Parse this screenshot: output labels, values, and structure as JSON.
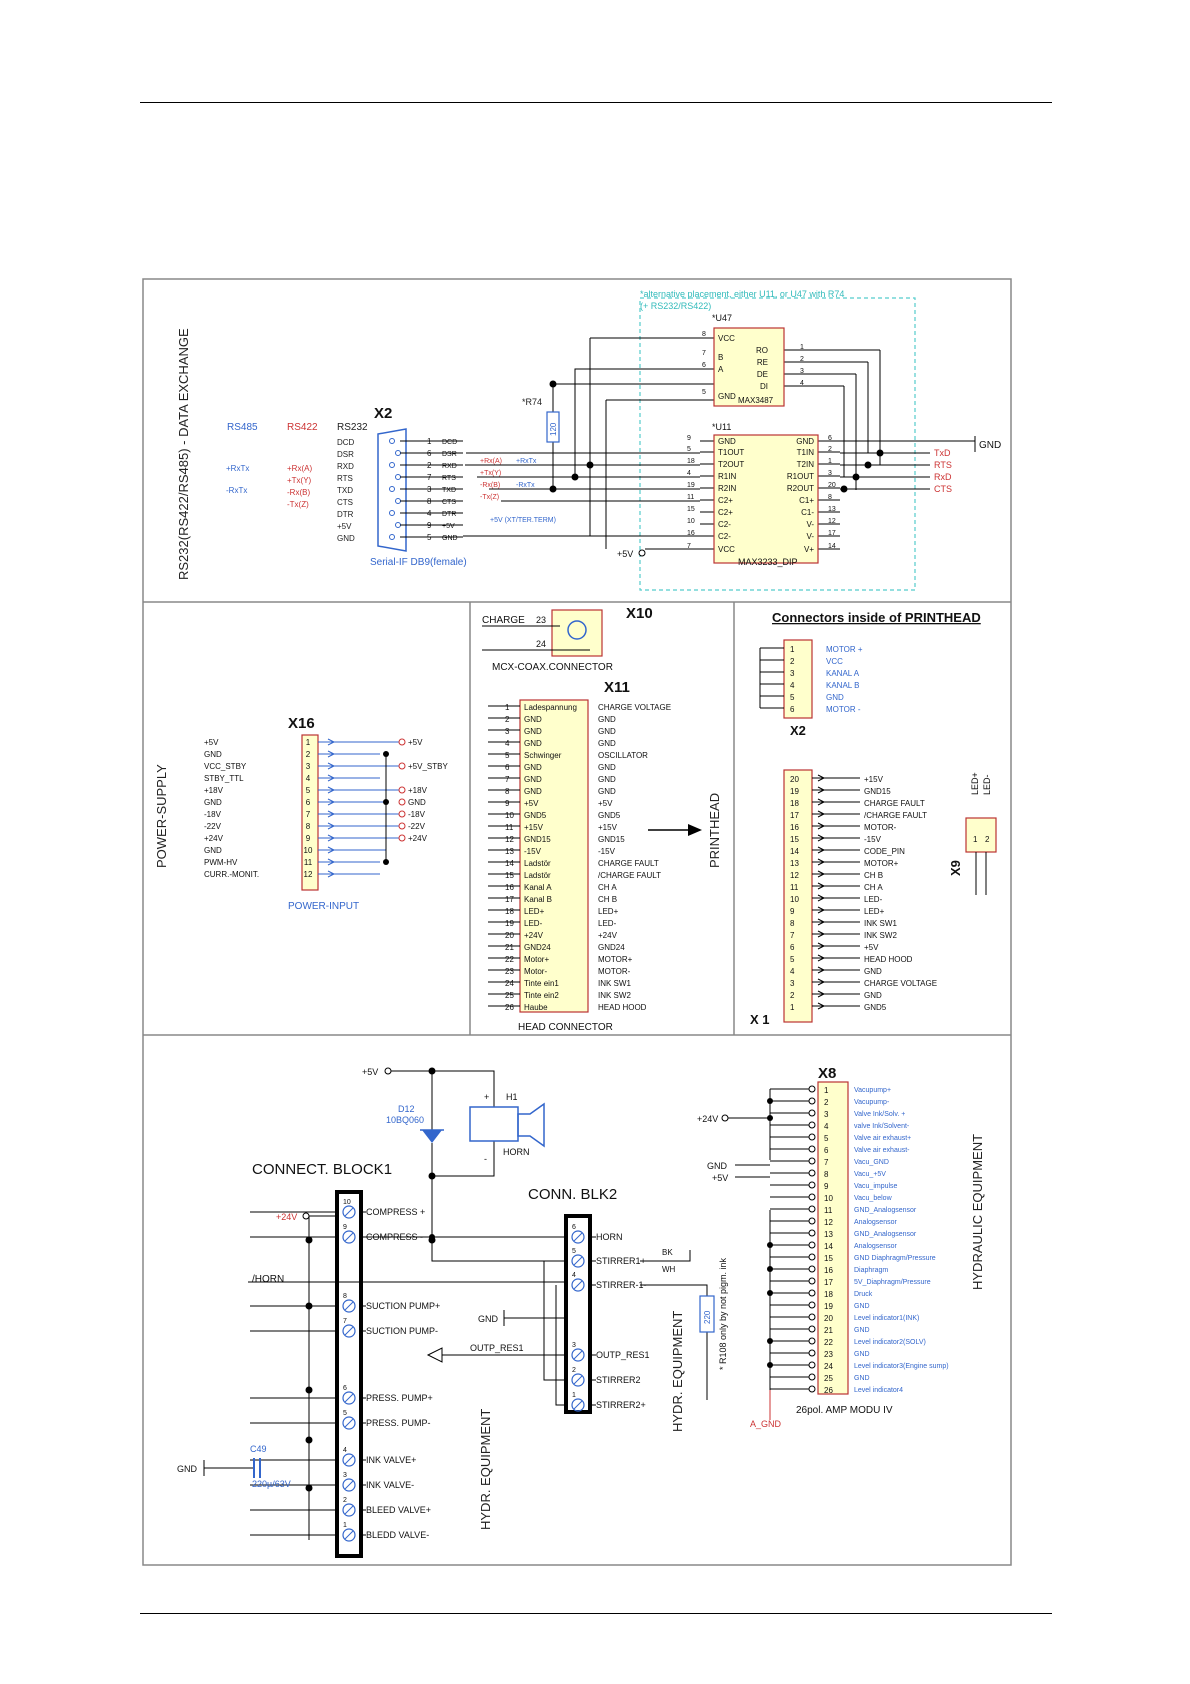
{
  "panel1": {
    "side_title": "RS232(RS422/RS485) - DATA EXCHANGE",
    "note_line1": "*alternative placement, either U11, or U47 with R74",
    "note_line2": "(+ RS232/RS422)",
    "std_rs485": "RS485",
    "std_rs422": "RS422",
    "std_rs232": "RS232",
    "rs485_labels": [
      "+RxTx",
      "-RxTx"
    ],
    "rs422_labels": [
      "+Rx(A)",
      "+Tx(Y)",
      "-Rx(B)",
      "-Tx(Z)"
    ],
    "rs232_labels": [
      "DCD",
      "DSR",
      "RXD",
      "RTS",
      "TXD",
      "CTS",
      "DTR",
      "+5V",
      "GND"
    ],
    "x2_title": "X2",
    "x2_pins": [
      "1",
      "6",
      "2",
      "7",
      "3",
      "8",
      "4",
      "9",
      "5"
    ],
    "x2_sigs": [
      "DCD",
      "DSR",
      "RXD",
      "RTS",
      "TXD",
      "CTS",
      "DTR",
      "+5V",
      "GND"
    ],
    "x2_caption": "Serial-IF DB9(female)",
    "wire_labels": [
      "+Rx(A)",
      "+RxTx",
      "+Tx(Y)",
      "-Rx(B)",
      "-RxTx",
      "-Tx(Z)"
    ],
    "wire_5v": "+5V (XT/TER.TERM)",
    "r74_label": "*R74",
    "r74_value": "120",
    "u47_name": "*U47",
    "u47_part": "MAX3487",
    "u47_left": [
      "VCC",
      "B",
      "A",
      "GND"
    ],
    "u47_left_pins": [
      "8",
      "7",
      "6",
      "5"
    ],
    "u47_right": [
      "RO",
      "RE",
      "DE",
      "DI"
    ],
    "u47_right_pins": [
      "1",
      "2",
      "3",
      "4"
    ],
    "u11_name": "*U11",
    "u11_part": "MAX3233_DIP",
    "u11_left": [
      "GND",
      "T1OUT",
      "T2OUT",
      "R1IN",
      "R2IN",
      "C2+",
      "C2+",
      "C2-",
      "C2-",
      "VCC"
    ],
    "u11_left_pins": [
      "9",
      "5",
      "18",
      "4",
      "19",
      "11",
      "15",
      "10",
      "16",
      "7"
    ],
    "u11_right": [
      "GND",
      "T1IN",
      "T2IN",
      "R1OUT",
      "R2OUT",
      "C1+",
      "C1-",
      "V-",
      "V-",
      "V+"
    ],
    "u11_right_pins": [
      "6",
      "2",
      "1",
      "3",
      "20",
      "8",
      "13",
      "12",
      "17",
      "14"
    ],
    "out_signals": [
      "TxD",
      "RTS",
      "RxD",
      "CTS"
    ],
    "gnd_label": "GND",
    "vcc_label": "+5V"
  },
  "panel2": {
    "side_title": "POWER-SUPPLY",
    "x16_title": "X16",
    "x16_signals": [
      "+5V",
      "GND",
      "VCC_STBY",
      "STBY_TTL",
      "+18V",
      "GND",
      "-18V",
      "-22V",
      "+24V",
      "GND",
      "PWM-HV",
      "CURR.-MONIT."
    ],
    "x16_pins": [
      "1",
      "2",
      "3",
      "4",
      "5",
      "6",
      "7",
      "8",
      "9",
      "10",
      "11",
      "12"
    ],
    "x16_rails": [
      "+5V",
      "+5V_STBY",
      "+18V",
      "GND",
      "-18V",
      "-22V",
      "+24V"
    ],
    "x16_caption": "POWER-INPUT",
    "x10_title": "X10",
    "x10_charge": "CHARGE",
    "x10_pin1": "23",
    "x10_pin2": "24",
    "x10_caption": "MCX-COAX.CONNECTOR",
    "x11_title": "X11",
    "x11_pins": [
      "1",
      "2",
      "3",
      "4",
      "5",
      "6",
      "7",
      "8",
      "9",
      "10",
      "11",
      "12",
      "13",
      "14",
      "15",
      "16",
      "17",
      "18",
      "19",
      "20",
      "21",
      "22",
      "23",
      "24",
      "25",
      "26"
    ],
    "x11_inner": [
      "Ladespannung",
      "GND",
      "GND",
      "GND",
      "Schwinger",
      "GND",
      "GND",
      "GND",
      "+5V",
      "GND5",
      "+15V",
      "GND15",
      "-15V",
      "Ladstör",
      "Ladstör",
      "Kanal A",
      "Kanal B",
      "LED+",
      "LED-",
      "+24V",
      "GND24",
      "Motor+",
      "Motor-",
      "Tinte ein1",
      "Tinte ein2",
      "Haube"
    ],
    "x11_outer": [
      "CHARGE VOLTAGE",
      "GND",
      "GND",
      "GND",
      "OSCILLATOR",
      "GND",
      "GND",
      "GND",
      "+5V",
      "GND5",
      "+15V",
      "GND15",
      "-15V",
      "CHARGE FAULT",
      "/CHARGE FAULT",
      "CH A",
      "CH B",
      "LED+",
      "LED-",
      "+24V",
      "GND24",
      "MOTOR+",
      "MOTOR-",
      "INK SW1",
      "INK SW2",
      "HEAD HOOD"
    ],
    "x11_caption": "HEAD CONNECTOR",
    "printhead_label": "PRINTHEAD",
    "ph_title": "Connectors inside of PRINTHEAD",
    "ph_x2_title": "X2",
    "ph_x2_pins": [
      "1",
      "2",
      "3",
      "4",
      "5",
      "6"
    ],
    "ph_x2_sigs": [
      "MOTOR +",
      "VCC",
      "KANAL A",
      "KANAL B",
      "GND",
      "MOTOR -"
    ],
    "x1_title": "X 1",
    "x1_pins": [
      "20",
      "19",
      "18",
      "17",
      "16",
      "15",
      "14",
      "13",
      "12",
      "11",
      "10",
      "9",
      "8",
      "7",
      "6",
      "5",
      "4",
      "3",
      "2",
      "1"
    ],
    "x1_sigs": [
      "+15V",
      "GND15",
      "CHARGE FAULT",
      "/CHARGE FAULT",
      "MOTOR-",
      "-15V",
      "CODE_PIN",
      "MOTOR+",
      "CH B",
      "CH A",
      "LED-",
      "LED+",
      "INK SW1",
      "INK SW2",
      "+5V",
      "HEAD HOOD",
      "GND",
      "CHARGE VOLTAGE",
      "GND",
      "GND5"
    ],
    "x9_title": "X9",
    "x9_pins": [
      "1",
      "2"
    ],
    "x9_led_labels": [
      "LED+",
      "LED-"
    ]
  },
  "panel3": {
    "v5_label": "+5V",
    "v24_label": "+24V",
    "d12_name": "D12",
    "d12_part": "10BQ060",
    "h1_name": "H1",
    "h1_caption": "HORN",
    "h1_pin_plus": "+",
    "h1_pin_minus": "-",
    "cb1_title": "CONNECT. BLOCK1",
    "cb1_pins": [
      "10",
      "9",
      "8",
      "7",
      "6",
      "5",
      "4",
      "3",
      "2",
      "1"
    ],
    "cb1_labels": [
      "COMPRESS +",
      "COMPRESS -",
      "SUCTION PUMP+",
      "SUCTION PUMP-",
      "PRESS. PUMP+",
      "PRESS. PUMP-",
      "INK VALVE+",
      "INK VALVE-",
      "BLEED VALVE+",
      "BLEDD VALVE-"
    ],
    "horn_net": "/HORN",
    "gnd_label": "GND",
    "c49_name": "C49",
    "c49_value": "220µ/63V",
    "cb2_title": "CONN. BLK2",
    "cb2_pins": [
      "6",
      "5",
      "4",
      "3",
      "2",
      "1"
    ],
    "cb2_labels": [
      "HORN",
      "STIRRER1+",
      "STIRRER-1-",
      "OUTP_RES1",
      "STIRRER2",
      "STIRRER2+"
    ],
    "outp_net": "OUTP_RES1",
    "stir_bk": "BK",
    "stir_wh": "WH",
    "r_value": "220",
    "r_note": "* R108 only by not pigm. ink",
    "hydr_label": "HYDR. EQUIPMENT",
    "x8_title": "X8",
    "x8_pins": [
      "1",
      "2",
      "3",
      "4",
      "5",
      "6",
      "7",
      "8",
      "9",
      "10",
      "11",
      "12",
      "13",
      "14",
      "15",
      "16",
      "17",
      "18",
      "19",
      "20",
      "21",
      "22",
      "23",
      "24",
      "25",
      "26"
    ],
    "x8_sigs": [
      "Vacupump+",
      "Vacupump-",
      "Valve Ink/Solv. +",
      "valve Ink/Solvent-",
      "Valve air exhaust+",
      "Valve air exhaust-",
      "Vacu_GND",
      "Vacu_+5V",
      "Vacu_impulse",
      "Vacu_below",
      "GND_Analogsensor",
      "Analogsensor",
      "GND_Analogsensor",
      "Analogsensor",
      "GND Diaphragm/Pressure",
      "Diaphragm",
      "5V_Diaphragm/Pressure",
      "Druck",
      "GND",
      "Level indicator1(INK)",
      "GND",
      "Level indicator2(SOLV)",
      "GND",
      "Level indicator3(Engine sump)",
      "GND",
      "Level indicator4"
    ],
    "x8_caption": "26pol. AMP MODU IV",
    "a_gnd": "A_GND",
    "hydraulic_label": "HYDRAULIC EQUIPMENT",
    "x8_gnd": "GND",
    "x8_v5": "+5V",
    "x8_v24": "+24V"
  }
}
